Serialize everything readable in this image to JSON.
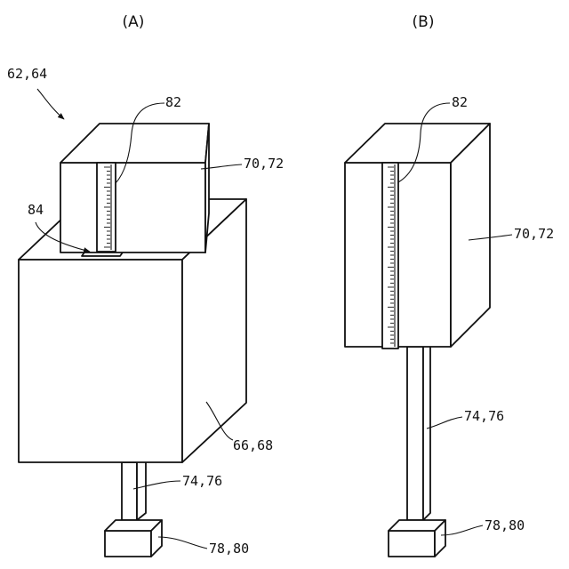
{
  "panels": {
    "a": {
      "label": "(A)",
      "ref_assembly": "62,64",
      "ref_scale": "82",
      "ref_slot": "84",
      "ref_upper_box": "70,72",
      "ref_lower_box": "66,68",
      "ref_post": "74,76",
      "ref_base": "78,80"
    },
    "b": {
      "label": "(B)",
      "ref_scale": "82",
      "ref_box": "70,72",
      "ref_post": "74,76",
      "ref_base": "78,80"
    }
  }
}
